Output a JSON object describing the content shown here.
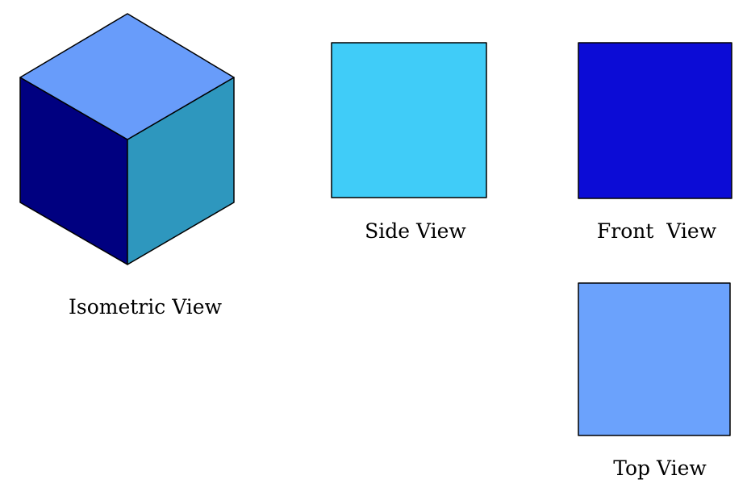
{
  "figure": {
    "background_color": "#ffffff",
    "outline_color": "#000000",
    "isometric": {
      "label": "Isometric View",
      "faces": {
        "top": {
          "name": "top-face",
          "color": "#689CFA"
        },
        "left": {
          "name": "left-face",
          "color": "#000080"
        },
        "right": {
          "name": "right-face",
          "color": "#2E97BE"
        }
      }
    },
    "views": [
      {
        "id": "side",
        "label": "Side View",
        "color": "#40CCF8"
      },
      {
        "id": "front",
        "label": "Front  View",
        "color": "#0C0CD6"
      },
      {
        "id": "top",
        "label": "Top View",
        "color": "#6BA2FC"
      }
    ]
  }
}
